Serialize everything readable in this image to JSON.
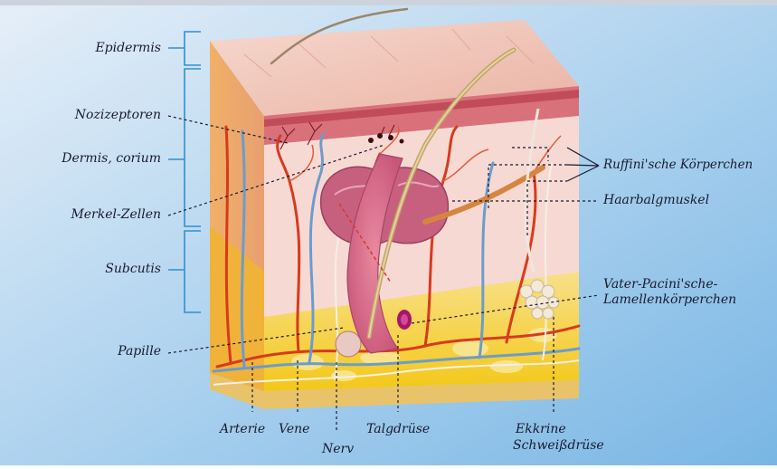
{
  "labels": {
    "epidermis": "Epidermis",
    "nozizeptoren": "Nozizeptoren",
    "dermis": "Dermis, corium",
    "merkel": "Merkel-Zellen",
    "subcutis": "Subcutis",
    "papille": "Papille",
    "ruffini": "Ruffini'sche Körperchen",
    "haarbalg": "Haarbalgmuskel",
    "vater_line1": "Vater-Pacini'sche-",
    "vater_line2": "Lamellenkörperchen",
    "arterie": "Arterie",
    "vene": "Vene",
    "nerv": "Nerv",
    "talgdruese": "Talgdrüse",
    "ekkrine_line1": "Ekkrine",
    "ekkrine_line2": "Schweißdrüse"
  },
  "colors": {
    "background_top": "#dde8f3",
    "background_mid": "#9cc8ec",
    "bracket": "#2f8fcf",
    "dermis": "#e9a99a",
    "epidermis": "#f2c6bb",
    "subcutis": "#f2cc2a",
    "artery": "#d83a1c",
    "vein": "#6b9ccc"
  }
}
